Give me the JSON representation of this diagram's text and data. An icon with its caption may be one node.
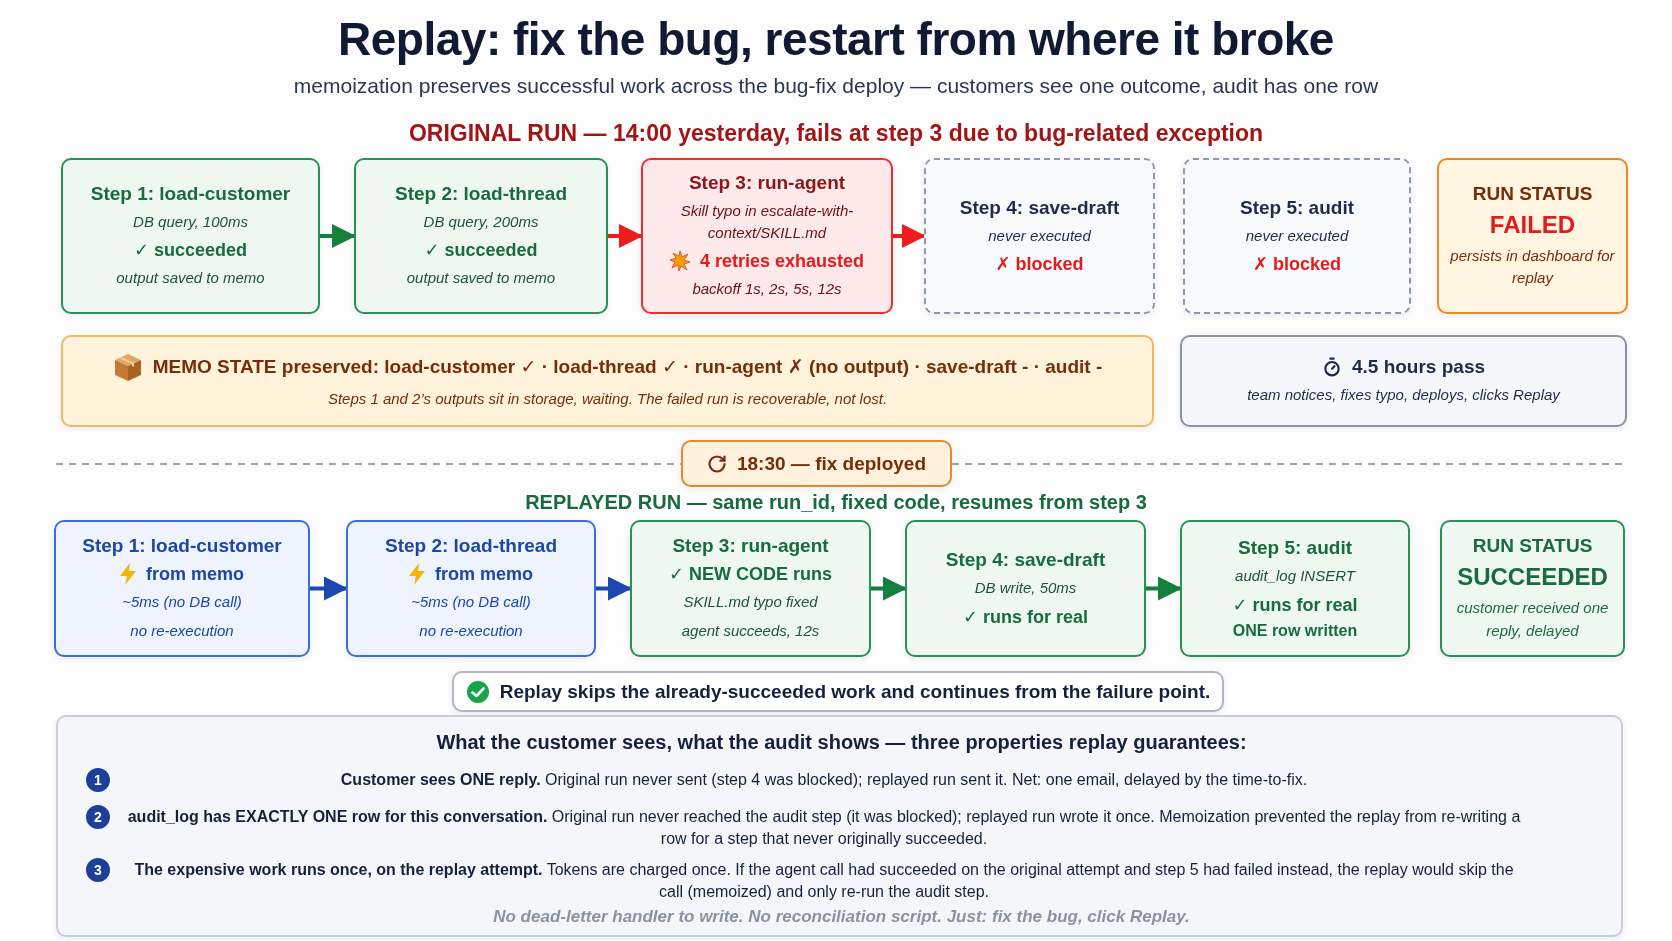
{
  "diagram": {
    "title": "Replay: fix the bug, restart from where it broke",
    "nodes": [
      {
        "text": [
          "Step 1: load-customer",
          "DB query, 100ms",
          "✓ succeeded",
          "output saved to memo"
        ]
      },
      {
        "text": [
          "Step 2: load-thread",
          "DB query, 200ms",
          "✓ succeeded",
          "output saved to memo"
        ]
      },
      {
        "text": [
          "Step 3: run-agent",
          "Skill typo in escalate-with-context/SKILL.md",
          "4 retries exhausted",
          "backoff 1s, 2s, 5s, 12s"
        ]
      },
      {
        "text": [
          "Step 4: save-draft",
          "never executed",
          "✗ blocked"
        ]
      },
      {
        "text": [
          "Step 5: audit",
          "never executed",
          "✗ blocked"
        ]
      },
      {
        "text": [
          "RUN STATUS",
          "FAILED",
          "persists in dashboard for replay"
        ]
      },
      {
        "text": [
          "MEMO STATE preserved: load-customer ✓ · load-thread ✓ · run-agent ✗ (no output) · save-draft - · audit -",
          "Steps 1 and 2’s outputs sit in storage, waiting. The failed run is recoverable, not lost."
        ]
      },
      {
        "text": [
          "4.5 hours pass",
          "team notices, fixes typo, deploys, clicks Replay"
        ]
      },
      {
        "text": [
          "18:30 — fix deployed"
        ]
      },
      {
        "text": [
          "Step 1: load-customer",
          "from memo",
          "~5ms (no DB call)",
          "no re-execution"
        ]
      },
      {
        "text": [
          "Step 2: load-thread",
          "from memo",
          "~5ms (no DB call)",
          "no re-execution"
        ]
      },
      {
        "text": [
          "Step 3: run-agent",
          "✓ NEW CODE runs",
          "SKILL.md typo fixed",
          "agent succeeds, 12s"
        ]
      },
      {
        "text": [
          "Step 4: save-draft",
          "DB write, 50ms",
          "✓ runs for real"
        ]
      },
      {
        "text": [
          "Step 5: audit",
          "audit_log INSERT",
          "✓ runs for real",
          "ONE row written"
        ]
      },
      {
        "text": [
          "RUN STATUS",
          "SUCCEEDED",
          "customer received one reply, delayed"
        ]
      },
      {
        "text": [
          "Replay skips the already-succeeded work and continues from the failure point."
        ]
      },
      {
        "text": [
          "What the customer sees, what the audit shows — three properties replay guarantees:",
          "**Customer sees ONE reply.** Original run never sent (step 4 was blocked); replayed run sent it. Net: one email, delayed by the time-to-fix.",
          "**audit_log has EXACTLY ONE row for this conversation.** Original run never reached the audit step (it was blocked); replayed run wrote it once. Memoization prevented the replay from re-writing a row for a step that never originally succeeded.",
          "**The expensive work runs once, on the replay attempt.** Tokens are charged once. If the agent call had succeeded on the original attempt and step 5 had failed instead, the replay would skip the call (memoized) and only re-run the audit step.",
          "No dead-letter handler to write. No reconciliation script. Just: fix the bug, click Replay."
        ]
      },
      {
        "text": [
          "1"
        ],
        "in": 16
      },
      {
        "text": [
          "2"
        ],
        "in": 16
      },
      {
        "text": [
          "3"
        ],
        "in": 16
      }
    ],
    "edges": [
      {
        "from": 0,
        "to": 1,
        "arrow": "to"
      },
      {
        "from": 1,
        "to": 2,
        "arrow": "to",
        "color": "#ee1c1c"
      },
      {
        "from": 2,
        "to": 3,
        "arrow": "to",
        "color": "#ee1c1c"
      },
      {
        "from": 9,
        "to": 10,
        "arrow": "to",
        "color": "#1d48b0"
      },
      {
        "from": 10,
        "to": 11,
        "arrow": "to",
        "color": "#1d48b0"
      },
      {
        "from": 11,
        "to": 12,
        "arrow": "to"
      },
      {
        "from": 12,
        "to": 13,
        "arrow": "to"
      }
    ],
    "labels": [
      "memoization preserves successful work across the bug-fix deploy — customers see one outcome, audit has one row",
      "ORIGINAL RUN — 14:00 yesterday, fails at step 3 due to bug-related exception",
      "REPLAYED RUN — same run_id, fixed code, resumes from step 3"
    ]
  }
}
